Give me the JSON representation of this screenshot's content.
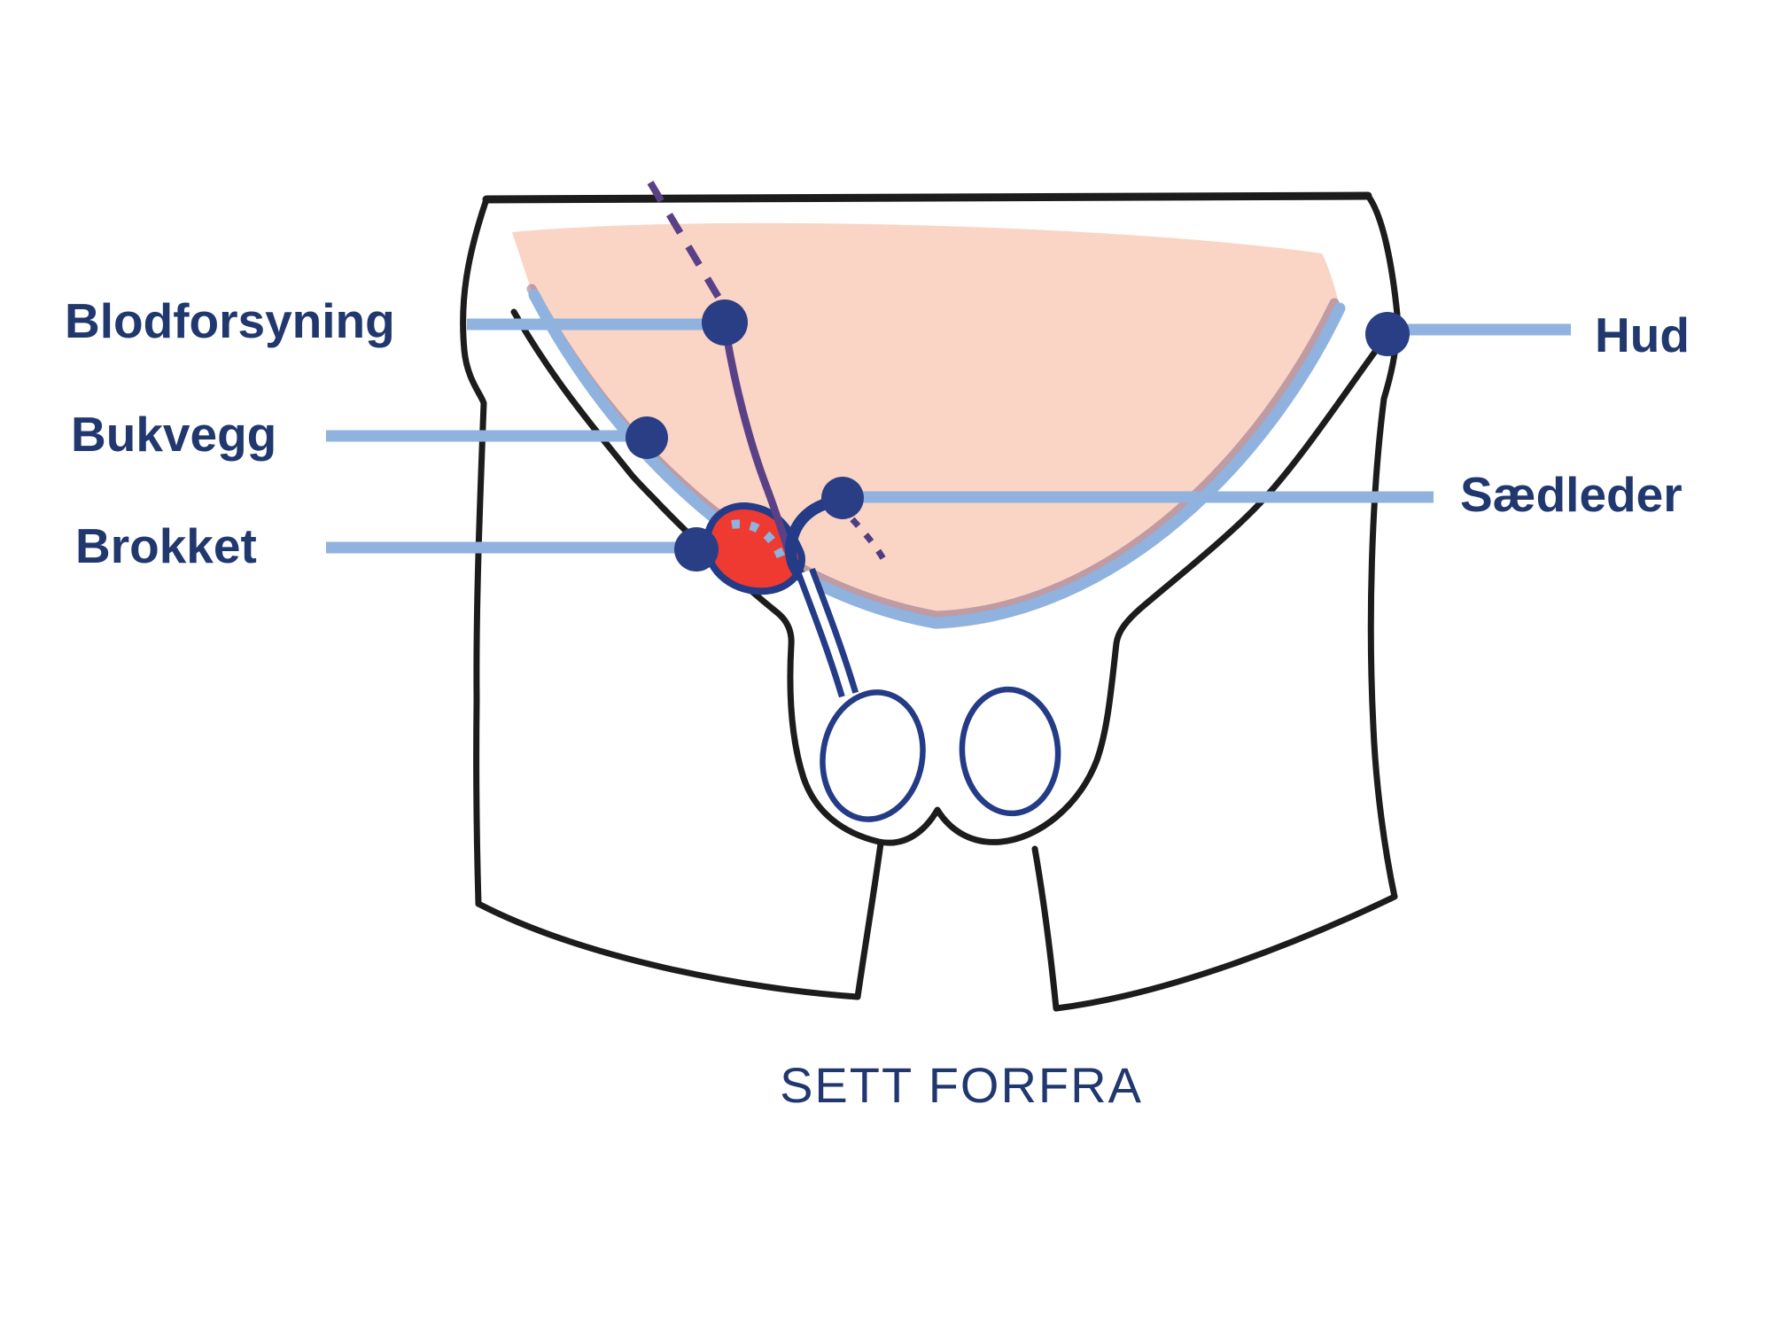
{
  "caption": "SETT FORFRA",
  "labels": {
    "blodforsyning": "Blodforsyning",
    "bukvegg": "Bukvegg",
    "brokket": "Brokket",
    "hud": "Hud",
    "saedleder": "Sædleder"
  },
  "colors": {
    "text-navy": "#21386f",
    "dot-navy": "#2a3e85",
    "outline-navy": "#243b87",
    "light-blue": "#8fb2df",
    "pink": "#fad4c5",
    "red": "#ee3a31",
    "purple": "#5a4087",
    "dash-purple": "#4d3e82",
    "black": "#1c1c1c",
    "bg": "#ffffff"
  },
  "icons": {
    "marker_dots": "callout-dot-icon",
    "hernia": "hernia-sac-shape",
    "dashes": "suture-dash-marks"
  }
}
